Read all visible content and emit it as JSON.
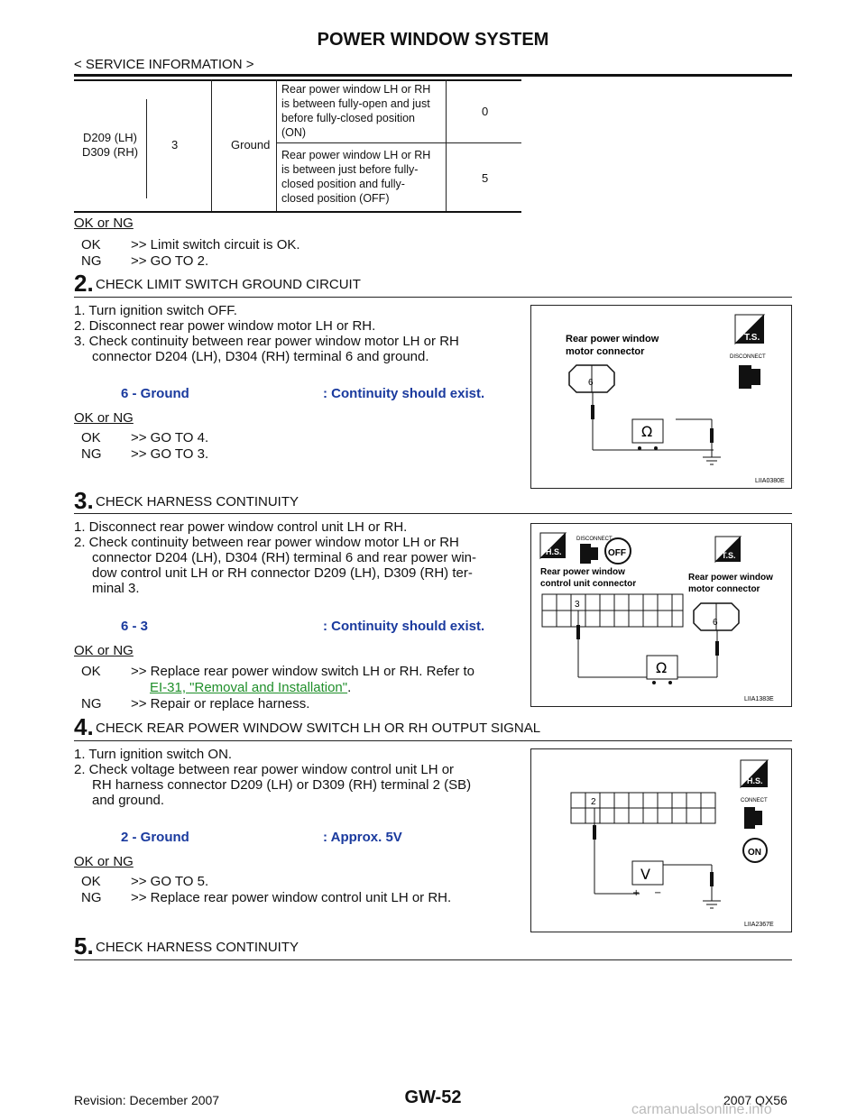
{
  "header": {
    "title": "POWER WINDOW SYSTEM",
    "subtitle": "< SERVICE INFORMATION >"
  },
  "spec_table": {
    "connector": [
      "D209 (LH)",
      "D309 (RH)"
    ],
    "terminal": "3",
    "ground": "Ground",
    "rows": [
      {
        "condition": [
          "Rear power window LH or RH",
          "is between fully-open and just",
          "before fully-closed position",
          "(ON)"
        ],
        "value": "0"
      },
      {
        "condition": [
          "Rear power window LH or RH",
          "is between just before fully-",
          "closed position and fully-",
          "closed position (OFF)"
        ],
        "value": "5"
      }
    ]
  },
  "intro_result": {
    "label": "OK or NG",
    "ok": ">> Limit switch circuit is OK.",
    "ng": ">> GO TO 2."
  },
  "step2": {
    "num": "2.",
    "title": "CHECK LIMIT SWITCH GROUND CIRCUIT",
    "items": [
      "1. Turn ignition switch OFF.",
      "2. Disconnect rear power window motor LH or RH.",
      "3. Check continuity between rear power window motor LH or RH",
      "connector D204 (LH), D304 (RH) terminal 6 and ground."
    ],
    "spec_left": "6 - Ground",
    "spec_right": ": Continuity should exist.",
    "result_label": "OK or NG",
    "ok": ">> GO TO 4.",
    "ng": ">> GO TO 3.",
    "figure": {
      "label1": "Rear power window",
      "label2": "motor connector",
      "pin": "6",
      "meter": "Ω",
      "badge": "T.S.",
      "disconnect": "DISCONNECT",
      "code": "LIIA0380E"
    }
  },
  "step3": {
    "num": "3.",
    "title": "CHECK HARNESS CONTINUITY",
    "items": [
      "1. Disconnect rear power window control unit LH or RH.",
      "2. Check continuity between rear power window motor LH or RH",
      "connector D204 (LH), D304 (RH) terminal 6 and rear power win-",
      "dow control unit LH or RH connector D209 (LH), D309 (RH) ter-",
      "minal 3."
    ],
    "spec_left": "6 - 3",
    "spec_right": ": Continuity should exist.",
    "result_label": "OK or NG",
    "ok": ">> Replace rear power window switch LH or RH. Refer to",
    "ok_link": "EI-31, \"Removal and Installation\"",
    "ok_end": ".",
    "ng": ">> Repair or replace harness.",
    "figure": {
      "label1": "Rear power window",
      "label2": "control unit connector",
      "label3": "Rear power window",
      "label4": "motor connector",
      "pin_a": "3",
      "pin_b": "6",
      "meter": "Ω",
      "badge_hs": "H.S.",
      "badge_ts": "T.S.",
      "disconnect": "DISCONNECT",
      "off": "OFF",
      "code": "LIIA1383E"
    }
  },
  "step4": {
    "num": "4.",
    "title": "CHECK REAR POWER WINDOW SWITCH LH OR RH OUTPUT SIGNAL",
    "items": [
      "1. Turn ignition switch ON.",
      "2. Check voltage between rear power window control unit LH or",
      "RH harness connector D209 (LH) or D309 (RH) terminal 2 (SB)",
      "and ground."
    ],
    "spec_left": "2 - Ground",
    "spec_right": ": Approx. 5V",
    "result_label": "OK or NG",
    "ok": ">> GO TO 5.",
    "ng": ">> Replace rear power window control unit LH or RH.",
    "figure": {
      "pin": "2",
      "meter": "V",
      "badge_hs": "H.S.",
      "connect": "CONNECT",
      "on": "ON",
      "code": "LIIA2367E"
    }
  },
  "step5": {
    "num": "5.",
    "title": "CHECK HARNESS CONTINUITY"
  },
  "labels": {
    "ok": "OK",
    "ng": "NG"
  },
  "footer": {
    "revision": "Revision: December 2007",
    "page": "GW-52",
    "model": "2007 QX56",
    "watermark": "carmanualsonline.info"
  }
}
